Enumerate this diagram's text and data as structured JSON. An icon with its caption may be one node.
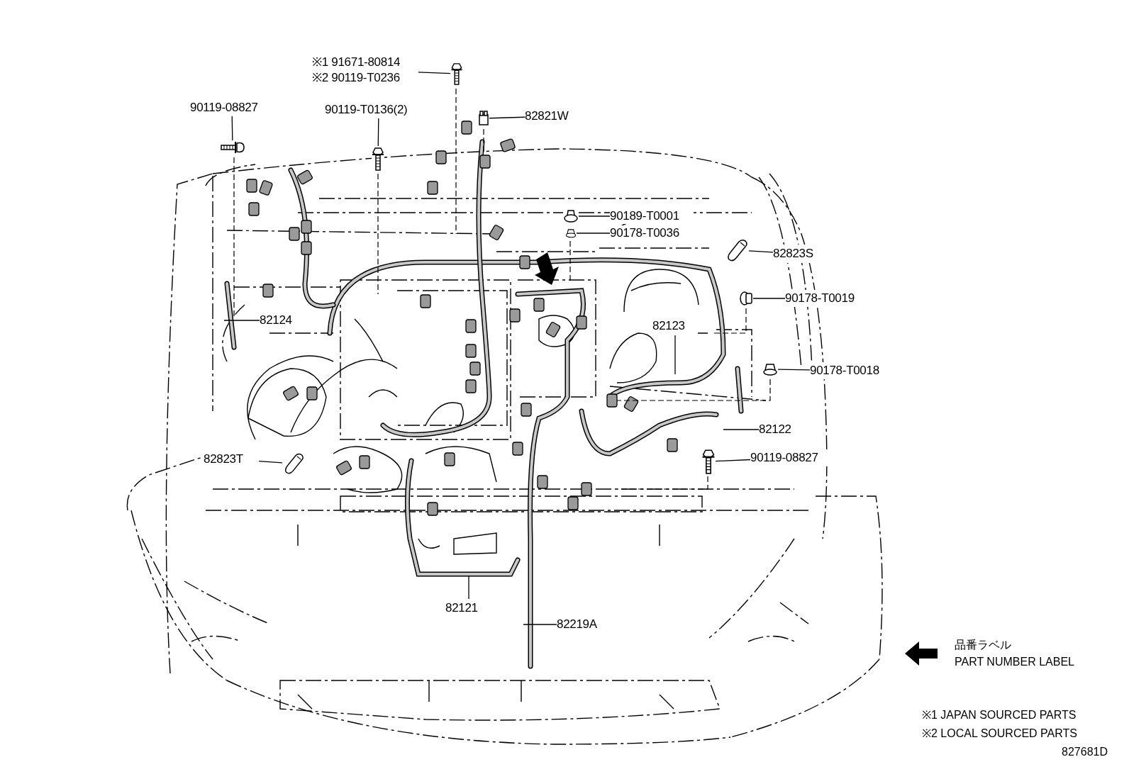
{
  "diagram": {
    "nodes": [
      {
        "text": [
          "※1 91671-80814",
          "※2 90119-T0236"
        ]
      },
      {
        "text": [
          "90119-08827"
        ]
      },
      {
        "text": [
          "90119-T0136(2)"
        ]
      },
      {
        "text": [
          "82821W"
        ]
      },
      {
        "text": [
          "90189-T0001"
        ]
      },
      {
        "text": [
          "90178-T0036"
        ]
      },
      {
        "text": [
          "82823S"
        ]
      },
      {
        "text": [
          "90178-T0019"
        ]
      },
      {
        "text": [
          "90178-T0018"
        ]
      },
      {
        "text": [
          "82122"
        ]
      },
      {
        "text": [
          "90119-08827"
        ]
      },
      {
        "text": [
          "82123"
        ]
      },
      {
        "text": [
          "82124"
        ]
      },
      {
        "text": [
          "82823T"
        ]
      },
      {
        "text": [
          "82121"
        ]
      },
      {
        "text": [
          "82219A"
        ]
      },
      {
        "text": [],
        "shape": "picture"
      },
      {
        "text": [],
        "shape": "picture"
      },
      {
        "text": [],
        "shape": "picture"
      },
      {
        "text": [],
        "shape": "picture"
      },
      {
        "text": [],
        "shape": "picture"
      },
      {
        "text": [],
        "shape": "picture"
      },
      {
        "text": [],
        "shape": "picture"
      },
      {
        "text": [],
        "shape": "picture"
      },
      {
        "text": [],
        "shape": "picture"
      },
      {
        "text": [],
        "shape": "picture"
      },
      {
        "text": [],
        "shape": "picture"
      }
    ],
    "edges": [
      {
        "from": 0,
        "to": 16,
        "arrow": "none"
      },
      {
        "from": 1,
        "to": 17,
        "arrow": "none"
      },
      {
        "from": 2,
        "to": 18,
        "arrow": "none"
      },
      {
        "from": 3,
        "to": 19,
        "arrow": "none"
      },
      {
        "from": 4,
        "to": 20,
        "arrow": "none"
      },
      {
        "from": 5,
        "to": 21,
        "arrow": "none"
      },
      {
        "from": 6,
        "to": 22,
        "arrow": "none"
      },
      {
        "from": 7,
        "to": 23,
        "arrow": "none"
      },
      {
        "from": 8,
        "to": 24,
        "arrow": "none"
      },
      {
        "from": 9,
        "to": null,
        "arrow": "none"
      },
      {
        "from": 10,
        "to": 25,
        "arrow": "none"
      },
      {
        "from": 11,
        "to": null,
        "arrow": "none"
      },
      {
        "from": 12,
        "to": null,
        "arrow": "none"
      },
      {
        "from": 13,
        "to": 26,
        "arrow": "none"
      },
      {
        "from": 14,
        "to": null,
        "arrow": "none"
      },
      {
        "from": 15,
        "to": null,
        "arrow": "none"
      }
    ],
    "labels": [
      "※1 JAPAN SOURCED PARTS",
      "※2 LOCAL SOURCED PARTS",
      "827681D"
    ],
    "legend": [
      {
        "text": "品番ラベル PART NUMBER LABEL"
      }
    ]
  }
}
